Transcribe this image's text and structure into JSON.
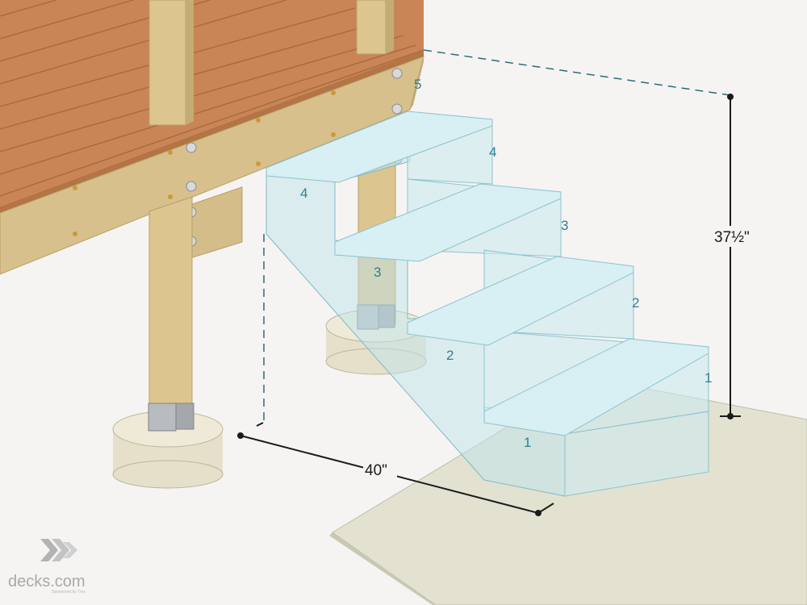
{
  "colors": {
    "background": "#f6f4f2",
    "deck_surface": "#c98555",
    "wood_frame": "#d6c08a",
    "footing": "#e6e0cb",
    "stair_glass": "#bfe4ec",
    "label": "#2d7f90",
    "dimension": "#1b1b1b",
    "dashed_guide": "#2c6b7a",
    "slab": "#e2e2d0"
  },
  "dimensions": {
    "total_rise": "37½\"",
    "total_run": "40\""
  },
  "riser_labels": [
    "1",
    "2",
    "3",
    "4",
    "5"
  ],
  "tread_labels": [
    "1",
    "2",
    "3",
    "4"
  ],
  "brand": {
    "name": "decks.com",
    "tagline": "Sponsored by Trex"
  }
}
